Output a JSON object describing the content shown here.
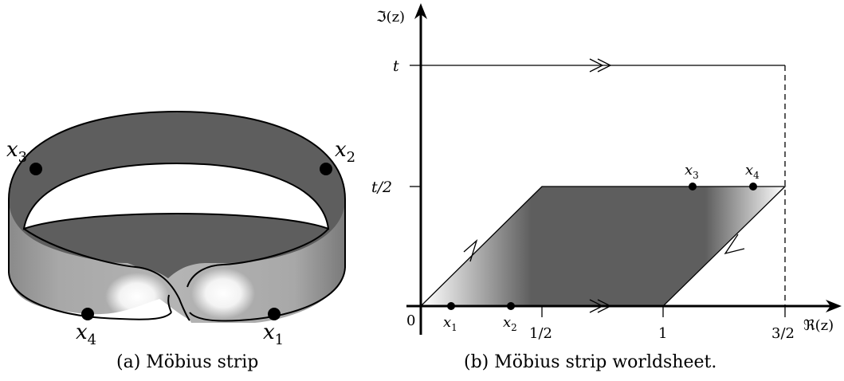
{
  "panel_a": {
    "points": [
      {
        "id": "x1",
        "base": "x",
        "sub": "1"
      },
      {
        "id": "x2",
        "base": "x",
        "sub": "2"
      },
      {
        "id": "x3",
        "base": "x",
        "sub": "3"
      },
      {
        "id": "x4",
        "base": "x",
        "sub": "4"
      }
    ],
    "caption": "(a) Möbius strip"
  },
  "panel_b": {
    "y_axis_label": "ℑ(z)",
    "x_axis_label": "ℜ(z)",
    "y_ticks": [
      "t",
      "t/2"
    ],
    "x_ticks": [
      "0",
      "1/2",
      "1",
      "3/2"
    ],
    "points": [
      {
        "id": "x1",
        "base": "x",
        "sub": "1"
      },
      {
        "id": "x2",
        "base": "x",
        "sub": "2"
      },
      {
        "id": "x3",
        "base": "x",
        "sub": "3"
      },
      {
        "id": "x4",
        "base": "x",
        "sub": "4"
      }
    ],
    "caption": "(b) Möbius strip worldsheet."
  },
  "colors": {
    "strip_dark": "#5e5e5e",
    "strip_mid": "#9a9a9a",
    "highlight": "#ffffff",
    "ink": "#000000"
  }
}
